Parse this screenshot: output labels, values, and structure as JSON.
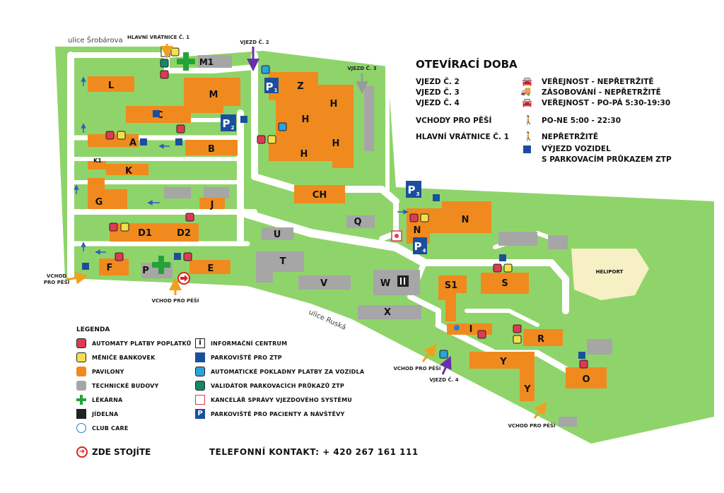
{
  "streets": {
    "srobarova": "ulice Šrobárova",
    "ruska": "ulice Ruská"
  },
  "gates": {
    "main_gate": "HLAVNÍ VRÁTNICE Č. 1",
    "entry2": "VJEZD Č. 2",
    "entry3": "VJEZD Č. 3",
    "entry4": "VJEZD Č. 4",
    "pedestrian_left_line1": "VCHOD",
    "pedestrian_left_line2": "PRO PĚŠÍ",
    "pedestrian_bottom": "VCHOD PRO PĚŠÍ",
    "pedestrian_mid": "VCHOD PRO PĚŠÍ",
    "pedestrian_right": "VCHOD PRO PĚŠÍ"
  },
  "buildings": {
    "L": "L",
    "M": "M",
    "M1": "M1",
    "C": "C",
    "A": "A",
    "B": "B",
    "K1": "K1",
    "K": "K",
    "G": "G",
    "J": "J",
    "D1": "D1",
    "D2": "D2",
    "F": "F",
    "P": "P",
    "E": "E",
    "Z": "Z",
    "H": "H",
    "CH": "CH",
    "Q": "Q",
    "U": "U",
    "T": "T",
    "V": "V",
    "W": "W",
    "X": "X",
    "N": "N",
    "S1": "S1",
    "S": "S",
    "I": "I",
    "R": "R",
    "Y": "Y",
    "O": "O",
    "heliport": "HELIPORT"
  },
  "parking_labels": {
    "p1": "P",
    "p1_sub": "1",
    "p2": "P",
    "p2_sub": "2",
    "p3": "P",
    "p3_sub": "3",
    "p4": "P",
    "p4_sub": "4"
  },
  "hours": {
    "title": "OTEVÍRACÍ DOBA",
    "rows": [
      {
        "label": "VJEZD Č. 2",
        "icon": "car-icon",
        "text": "VEŘEJNOST - NEPŘETRŽITĚ"
      },
      {
        "label": "VJEZD Č. 3",
        "icon": "truck-icon",
        "text": "ZÁSOBOVÁNÍ - NEPŘETRŽITĚ"
      },
      {
        "label": "VJEZD Č. 4",
        "icon": "car-icon",
        "text": "VEŘEJNOST - PO-PÁ 5:30-19:30"
      },
      {
        "label": "VCHODY PRO PĚŠÍ",
        "icon": "pedestrian-icon",
        "text": "PO-NE  5:00 - 22:30"
      },
      {
        "label": "HLAVNÍ VRÁTNICE Č. 1",
        "icon": "pedestrian-icon",
        "text": "NEPŘETRŽITĚ"
      }
    ],
    "ztp_line1": "VÝJEZD VOZIDEL",
    "ztp_line2": "S PARKOVACÍM PRŮKAZEM ZTP"
  },
  "legend": {
    "title": "LEGENDA",
    "items": [
      {
        "label": "AUTOMATY PLATBY POPLATKŮ",
        "color": "#e03a52",
        "icon": "fee-machine-icon"
      },
      {
        "label": "MĚNIČE BANKOVEK",
        "color": "#f4e04a",
        "icon": "banknote-changer-icon"
      },
      {
        "label": "PAVILONY",
        "color": "#f08a1e",
        "icon": "pavilion-swatch"
      },
      {
        "label": "TECHNICKÉ BUDOVY",
        "color": "#a6a6a6",
        "icon": "technical-building-swatch"
      },
      {
        "label": "LÉKÁRNA",
        "color": "#25a23a",
        "icon": "pharmacy-icon"
      },
      {
        "label": "JÍDELNA",
        "color": "#222222",
        "icon": "canteen-icon"
      },
      {
        "label": "CLUB CARE",
        "color": "#2a7bd6",
        "icon": "club-care-icon"
      },
      {
        "label": "INFORMAČNÍ CENTRUM",
        "color": "#222222",
        "icon": "info-icon"
      },
      {
        "label": "PARKOVIŠTĚ PRO ZTP",
        "color": "#1b4f9c",
        "icon": "wheelchair-icon"
      },
      {
        "label": "AUTOMATICKÉ POKLADNY PLATBY ZA VOZIDLA",
        "color": "#2aa3de",
        "icon": "parking-payment-icon"
      },
      {
        "label": "VALIDÁTOR PARKOVACÍCH PRŮKAZŮ ZTP",
        "color": "#13896a",
        "icon": "validator-icon"
      },
      {
        "label": "KANCELÁŘ SPRÁVY VJEZDOVÉHO SYSTÉMU",
        "color": "#e03a52",
        "icon": "office-icon"
      },
      {
        "label": "PARKOVIŠTĚ PRO PACIENTY A NÁVŠTĚVY",
        "color": "#1b4f9c",
        "icon": "parking-icon"
      }
    ]
  },
  "you_are_here": "ZDE STOJÍTE",
  "contact": "TELEFONNÍ KONTAKT: + 420 267 161 111",
  "colors": {
    "grass": "#8fd46a",
    "road": "#ffffff",
    "pavilion": "#f08a1e",
    "technical": "#a6a6a6",
    "heliport": "#f6f0c4",
    "parking_blue": "#1b4f9c",
    "fee_red": "#e03a52",
    "changer_yellow": "#f4e04a",
    "payment_cyan": "#2aa3de",
    "validator_green": "#13896a",
    "pharmacy_green": "#25a23a",
    "arrow_orange": "#f0a020",
    "arrow_purple": "#6a2fb0"
  }
}
